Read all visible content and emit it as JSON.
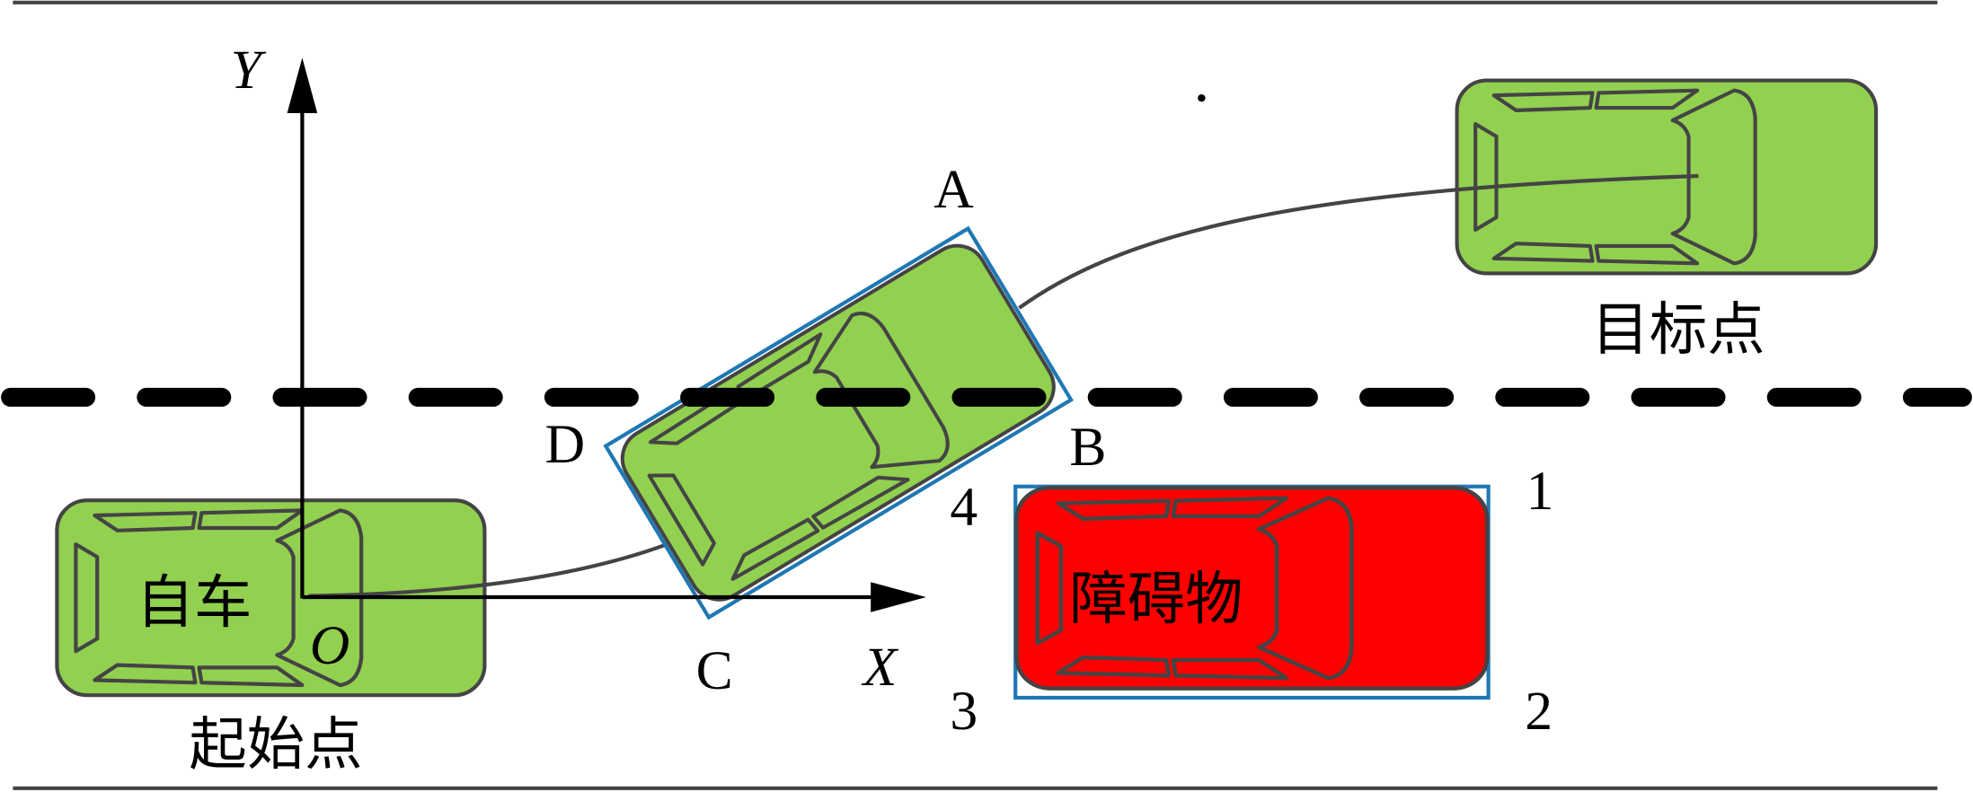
{
  "colors": {
    "car": "#92d050",
    "obstacle": "#ff0000",
    "bbox": "#1f78b4",
    "outline": "#444444"
  },
  "axes": {
    "y_label": "Y",
    "x_label": "X",
    "origin_label": "O"
  },
  "ego": {
    "body_label": "自车",
    "caption": "起始点"
  },
  "target": {
    "caption": "目标点"
  },
  "obstacle": {
    "body_label": "障碍物",
    "corners": [
      "1",
      "2",
      "3",
      "4"
    ]
  },
  "moving_car": {
    "corners": [
      "A",
      "B",
      "C",
      "D"
    ]
  }
}
